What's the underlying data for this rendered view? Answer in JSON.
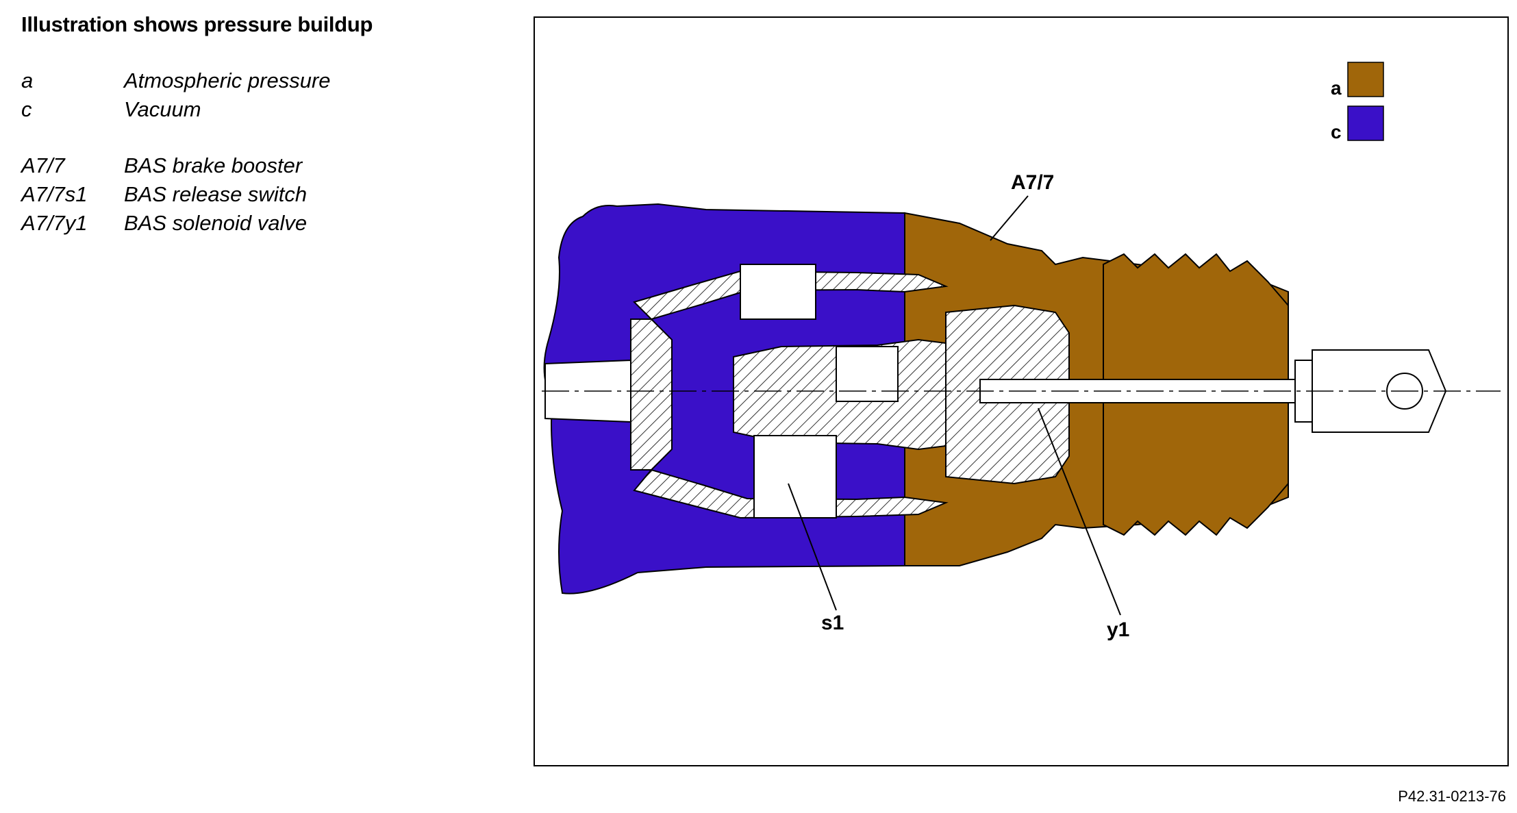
{
  "title": "Illustration shows pressure buildup",
  "legend": {
    "colors": [
      {
        "key": "a",
        "desc": "Atmospheric pressure"
      },
      {
        "key": "c",
        "desc": "Vacuum"
      }
    ],
    "components": [
      {
        "key": "A7/7",
        "desc": "BAS brake booster"
      },
      {
        "key": "A7/7s1",
        "desc": "BAS release switch"
      },
      {
        "key": "A7/7y1",
        "desc": "BAS solenoid valve"
      }
    ]
  },
  "diagram": {
    "swatch_a_label": "a",
    "swatch_c_label": "c",
    "callout_booster": "A7/7",
    "callout_switch": "s1",
    "callout_valve": "y1",
    "colors": {
      "atmospheric": "#a0660a",
      "vacuum": "#3a10c8",
      "outline": "#000000",
      "hatch": "#333333"
    }
  },
  "footer": {
    "code": "P42.31-0213-76"
  }
}
